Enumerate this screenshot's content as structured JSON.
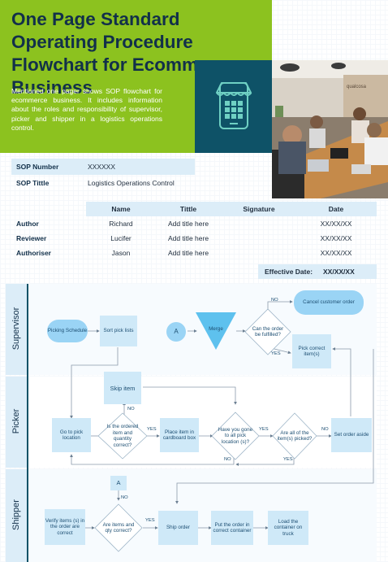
{
  "title": "One Page Standard Operating Procedure Flowchart for Ecommerce Business",
  "description": "Mentioned one pager shows SOP flowchart for ecommerce business. It includes information about the roles and responsibility of supervisor, picker and shipper in a logistics operations control.",
  "header_icon": "storefront-mobile-icon",
  "photo": {
    "alt": "office team photo",
    "wall_text": "qualcosa"
  },
  "colors": {
    "header": "#8cc21f",
    "navy": "#0e5267",
    "title": "#12304a",
    "light_blue": "#dcedf8",
    "node": "#cfe9f8",
    "node_strong": "#9ad4f5"
  },
  "sop": [
    {
      "label": "SOP Number",
      "value": "XXXXXX"
    },
    {
      "label": "SOP Tittle",
      "value": "Logistics Operations Control"
    }
  ],
  "doc_table": {
    "headers": [
      "Name",
      "Tittle",
      "Signature",
      "Date"
    ],
    "rows": [
      {
        "role": "Author",
        "name": "Richard",
        "title": "Add title here",
        "signature": "",
        "date": "XX/XX/XX"
      },
      {
        "role": "Reviewer",
        "name": "Lucifer",
        "title": "Add title here",
        "signature": "",
        "date": "XX/XX/XX"
      },
      {
        "role": "Authoriser",
        "name": "Jason",
        "title": "Add title here",
        "signature": "",
        "date": "XX/XX/XX"
      }
    ]
  },
  "effective": {
    "label": "Effective Date:",
    "value": "XX/XX/XX"
  },
  "lanes": [
    "Supervisor",
    "Picker",
    "Shipper"
  ],
  "flow": {
    "picking_schedule": "Picking Schedule",
    "sort_pick_lists": "Sort pick lists",
    "connector_a": "A",
    "merge": "Merge",
    "can_fulfill": "Can the order be fulfilled?",
    "cancel_order": "Cancel customer order",
    "pick_correct": "Pick correct item(s)",
    "skip_item": "Skip item",
    "go_to_pick": "Go to pick location",
    "ordered_correct": "Is the ordered item and quantity correct?",
    "place_cardboard": "Place item in cardboard box",
    "gone_to_all": "Have you gone to all pick location (s)?",
    "all_picked": "Are all of the item(s) picked?",
    "set_aside": "Set order aside",
    "connector_a2": "A",
    "verify_items": "Verify items (s) in the order are correct",
    "items_qty_correct": "Are items and qty correct?",
    "ship_order": "Ship order",
    "put_container": "Put the order in correct container",
    "load_truck": "Load the container on truck",
    "yes": "YES",
    "no": "NO"
  }
}
